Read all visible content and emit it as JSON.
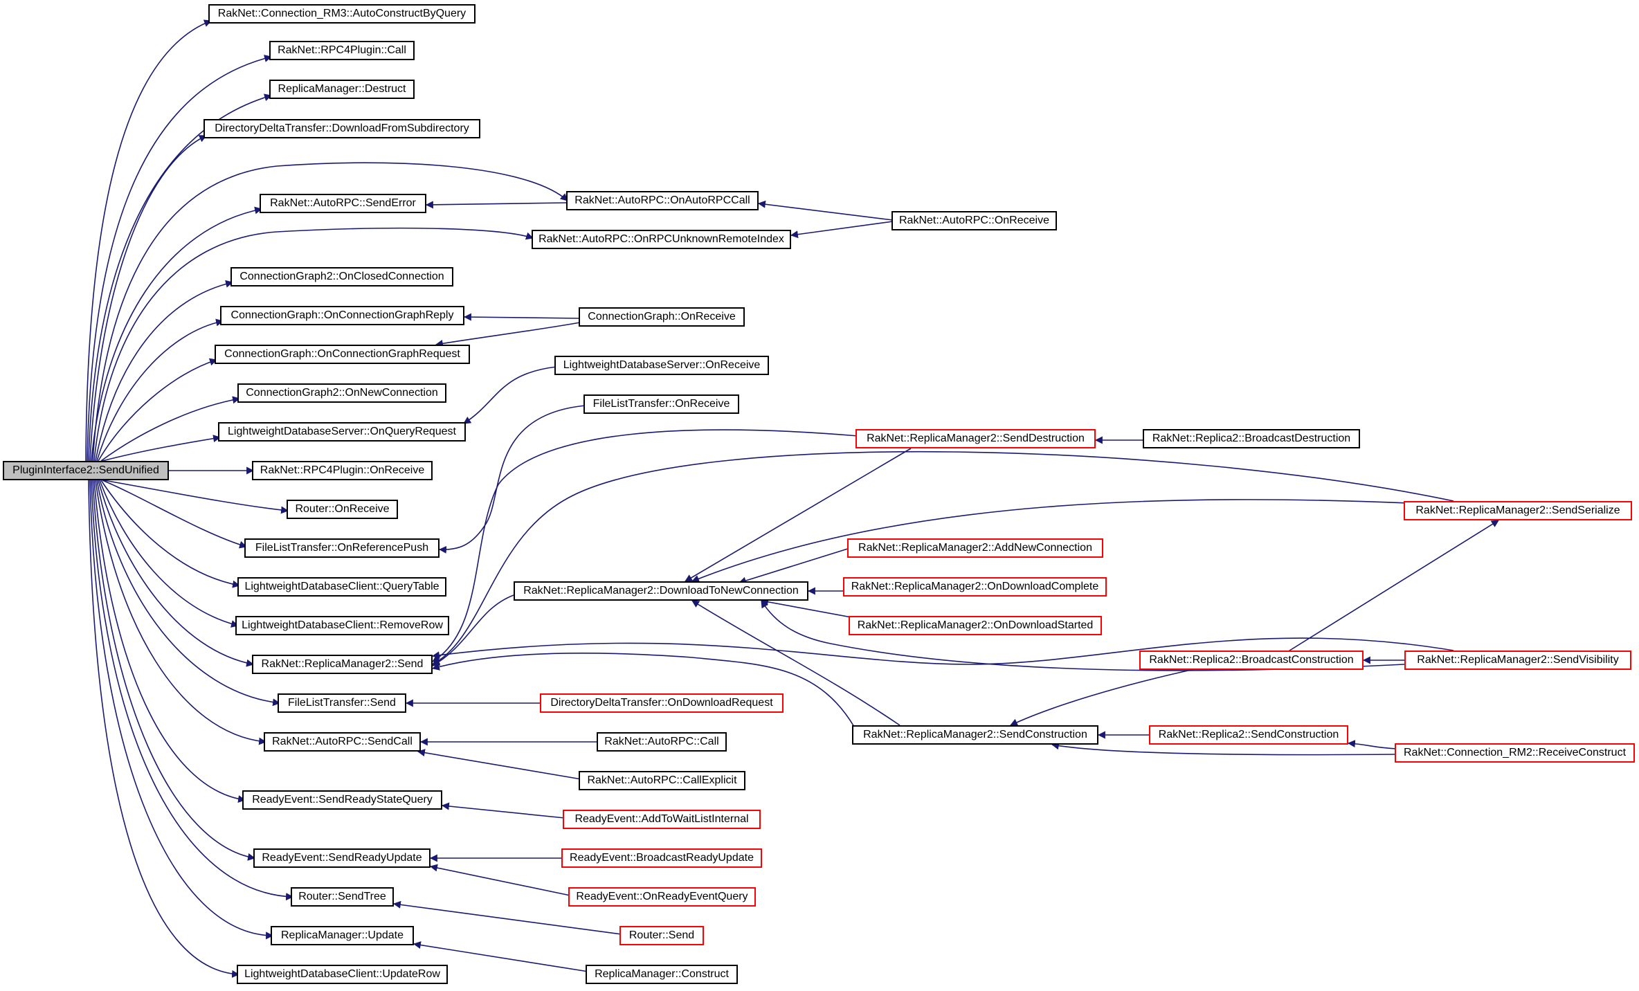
{
  "colors": {
    "edge": "#191970",
    "node_border": "#000000",
    "node_border_link": "#ff0000",
    "root_fill": "#bfbfbf"
  },
  "nodes": {
    "n_root": "PluginInterface2::SendUnified",
    "n_auto_construct": "RakNet::Connection_RM3::AutoConstructByQuery",
    "n_rpc4_call": "RakNet::RPC4Plugin::Call",
    "n_rm_destruct": "ReplicaManager::Destruct",
    "n_ddt_download": "DirectoryDeltaTransfer::DownloadFromSubdirectory",
    "n_autorpc_senderror": "RakNet::AutoRPC::SendError",
    "n_autorpc_onautorpccall": "RakNet::AutoRPC::OnAutoRPCCall",
    "n_autorpc_onreceive": "RakNet::AutoRPC::OnReceive",
    "n_autorpc_onrpcunknown": "RakNet::AutoRPC::OnRPCUnknownRemoteIndex",
    "n_cg2_closed": "ConnectionGraph2::OnClosedConnection",
    "n_cg_reply": "ConnectionGraph::OnConnectionGraphReply",
    "n_cg_onreceive": "ConnectionGraph::OnReceive",
    "n_cg_request": "ConnectionGraph::OnConnectionGraphRequest",
    "n_lds_onreceive": "LightweightDatabaseServer::OnReceive",
    "n_cg2_new": "ConnectionGraph2::OnNewConnection",
    "n_flt_onreceive": "FileListTransfer::OnReceive",
    "n_lds_query": "LightweightDatabaseServer::OnQueryRequest",
    "n_rm2_senddestruction": "RakNet::ReplicaManager2::SendDestruction",
    "n_r2_broadcastdestruction": "RakNet::Replica2::BroadcastDestruction",
    "n_rpc4_onreceive": "RakNet::RPC4Plugin::OnReceive",
    "n_router_onreceive": "Router::OnReceive",
    "n_rm2_sendserialize": "RakNet::ReplicaManager2::SendSerialize",
    "n_flt_onrefpush": "FileListTransfer::OnReferencePush",
    "n_rm2_addnew": "RakNet::ReplicaManager2::AddNewConnection",
    "n_ldc_querytable": "LightweightDatabaseClient::QueryTable",
    "n_rm2_downloadtonew": "RakNet::ReplicaManager2::DownloadToNewConnection",
    "n_rm2_ondlcomplete": "RakNet::ReplicaManager2::OnDownloadComplete",
    "n_ldc_removerow": "LightweightDatabaseClient::RemoveRow",
    "n_rm2_ondlstarted": "RakNet::ReplicaManager2::OnDownloadStarted",
    "n_rm2_send": "RakNet::ReplicaManager2::Send",
    "n_r2_broadcastconstruction": "RakNet::Replica2::BroadcastConstruction",
    "n_rm2_sendvisibility": "RakNet::ReplicaManager2::SendVisibility",
    "n_flt_send": "FileListTransfer::Send",
    "n_ddt_ondlrequest": "DirectoryDeltaTransfer::OnDownloadRequest",
    "n_rm2_sendconstruction": "RakNet::ReplicaManager2::SendConstruction",
    "n_r2_sendconstruction": "RakNet::Replica2::SendConstruction",
    "n_autorpc_sendcall": "RakNet::AutoRPC::SendCall",
    "n_autorpc_call": "RakNet::AutoRPC::Call",
    "n_crm2_receiveconstruct": "RakNet::Connection_RM2::ReceiveConstruct",
    "n_autorpc_callexplicit": "RakNet::AutoRPC::CallExplicit",
    "n_re_sendreadystatequery": "ReadyEvent::SendReadyStateQuery",
    "n_re_addtowait": "ReadyEvent::AddToWaitListInternal",
    "n_re_sendreadyupdate": "ReadyEvent::SendReadyUpdate",
    "n_re_broadcastreadyupdate": "ReadyEvent::BroadcastReadyUpdate",
    "n_router_sendtree": "Router::SendTree",
    "n_re_onreadyeventquery": "ReadyEvent::OnReadyEventQuery",
    "n_router_send": "Router::Send",
    "n_rm_update": "ReplicaManager::Update",
    "n_ldc_updaterow": "LightweightDatabaseClient::UpdateRow",
    "n_rm_construct": "ReplicaManager::Construct"
  }
}
